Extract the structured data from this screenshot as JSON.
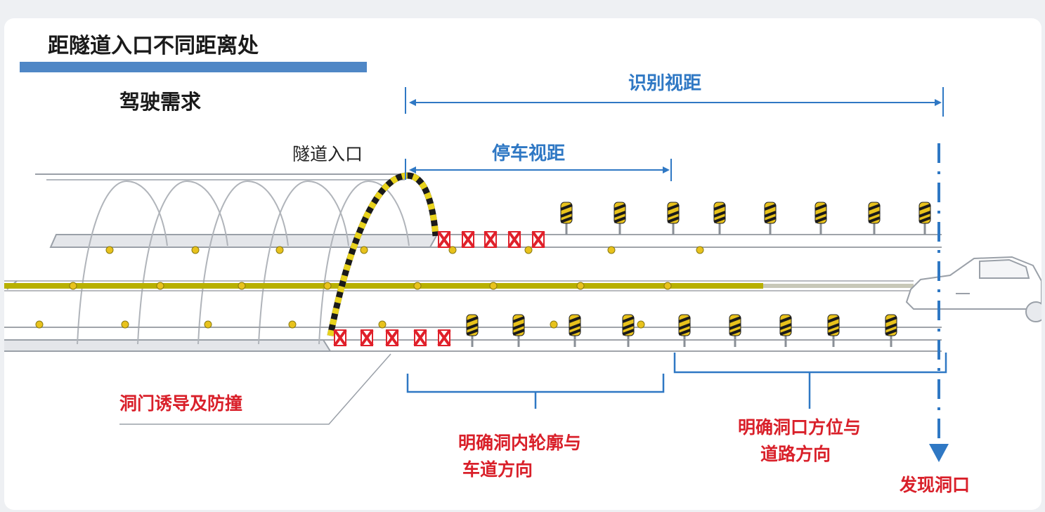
{
  "title": "距隧道入口不同距离处",
  "subtitle": "驾驶需求",
  "labels": {
    "tunnel_entrance": "隧道入口",
    "recognition_distance": "识别视距",
    "stopping_distance": "停车视距",
    "portal_guidance": "洞门诱导及防撞",
    "inner_outline_line1": "明确洞内轮廓与",
    "inner_outline_line2": "车道方向",
    "portal_direction_line1": "明确洞口方位与",
    "portal_direction_line2": "道路方向",
    "find_portal": "发现洞口"
  },
  "colors": {
    "accent_blue": "#2f78c4",
    "title_bar": "#4f87c6",
    "label_red": "#d9202a",
    "center_line": "#b8b000",
    "marker_yellow": "#e8c21c",
    "checker_red": "#e0202a"
  }
}
